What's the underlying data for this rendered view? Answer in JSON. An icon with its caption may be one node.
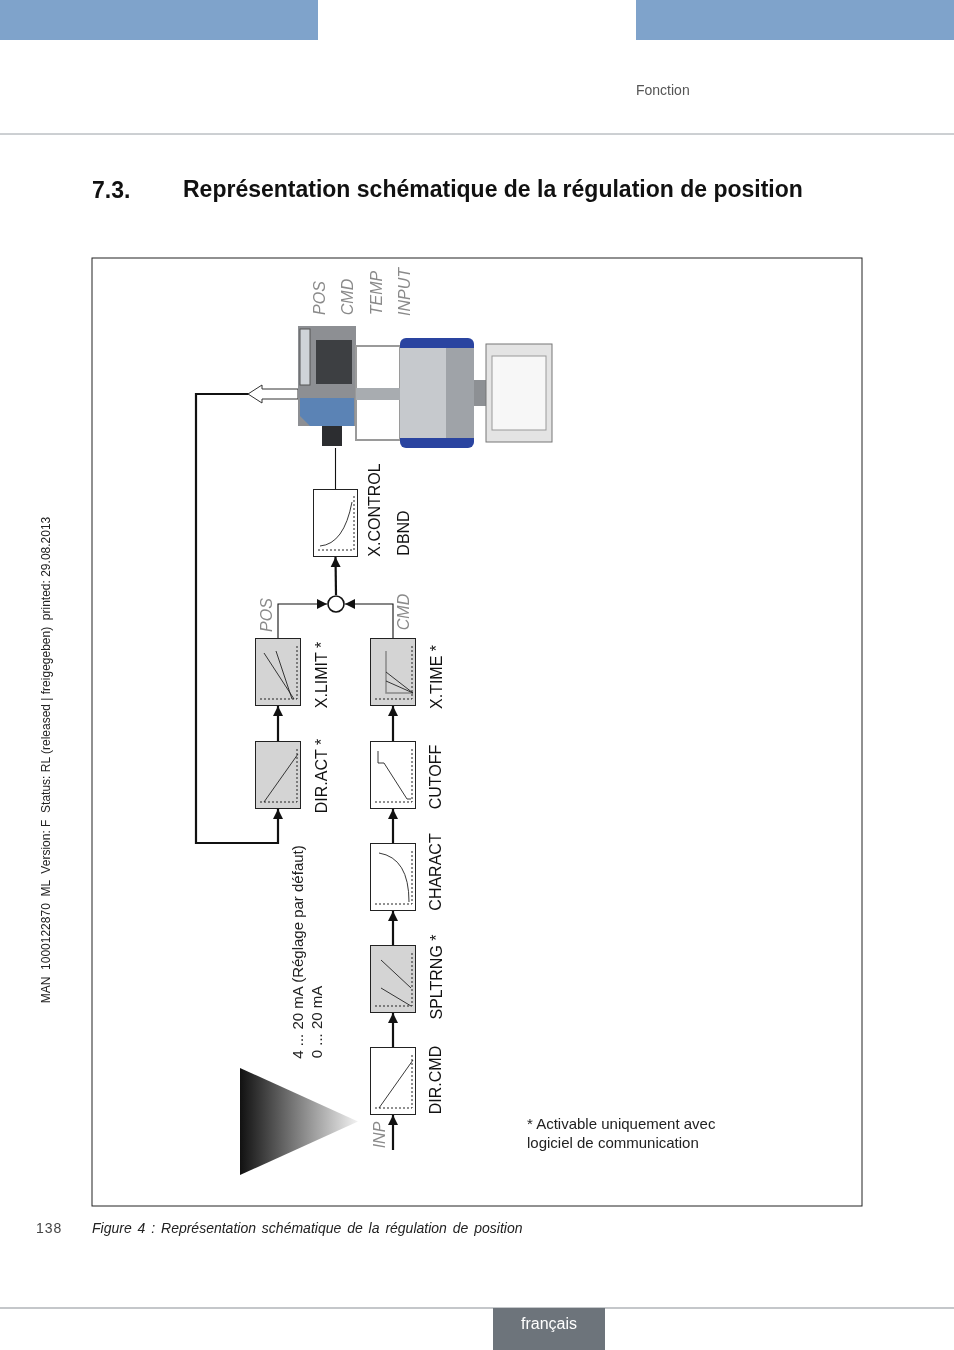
{
  "diagram": {
    "title": "Représentation schématique de la régulation de position",
    "caption": "Figure 4 : Représentation schématique de la régulation de position",
    "nodes": [
      {
        "text": [],
        "shape": "picture",
        "beside": [
          "POS",
          "CMD",
          "TEMP",
          "INPUT"
        ]
      },
      {
        "text": [],
        "shape": "box",
        "beside": [
          "X.CONTROL",
          "DBND"
        ]
      },
      {
        "text": [],
        "shape": "circle"
      },
      {
        "text": [],
        "shape": "box",
        "beside": [
          "X.LIMIT *"
        ]
      },
      {
        "text": [],
        "shape": "box",
        "beside": [
          "DIR.ACT *"
        ]
      },
      {
        "text": [],
        "shape": "box",
        "beside": [
          "X.TIME *"
        ]
      },
      {
        "text": [],
        "shape": "box",
        "beside": [
          "CUTOFF"
        ]
      },
      {
        "text": [],
        "shape": "box",
        "beside": [
          "CHARACT"
        ]
      },
      {
        "text": [],
        "shape": "box",
        "beside": [
          "SPLTRNG *"
        ]
      },
      {
        "text": [],
        "shape": "box",
        "beside": [
          "DIR.CMD"
        ]
      },
      {
        "text": [],
        "shape": "triangle"
      }
    ],
    "edges": [
      {
        "from": null,
        "to": 9,
        "arrow": "to",
        "label": "INP"
      },
      {
        "from": 9,
        "to": 8,
        "arrow": "to"
      },
      {
        "from": 8,
        "to": 7,
        "arrow": "to"
      },
      {
        "from": 7,
        "to": 6,
        "arrow": "to"
      },
      {
        "from": 6,
        "to": 5,
        "arrow": "to"
      },
      {
        "from": 5,
        "to": 2,
        "arrow": "to",
        "label": "CMD"
      },
      {
        "from": 4,
        "to": 3,
        "arrow": "to"
      },
      {
        "from": 3,
        "to": 2,
        "arrow": "to",
        "label": "POS"
      },
      {
        "from": 2,
        "to": 1,
        "arrow": "to"
      },
      {
        "from": 1,
        "to": 0,
        "arrow": "none"
      },
      {
        "from": 0,
        "to": 4,
        "arrow": "to"
      }
    ],
    "labels": [
      "Fonction",
      "7.3.",
      "MAN  1000122870  ML  Version: F  Status: RL (released | freigegeben)  printed: 29.08.2013",
      "4 ... 20 mA (Réglage par défaut)",
      "0 ... 20 mA",
      "* Activable uniquement avec logiciel de communication",
      "138",
      "français"
    ]
  }
}
